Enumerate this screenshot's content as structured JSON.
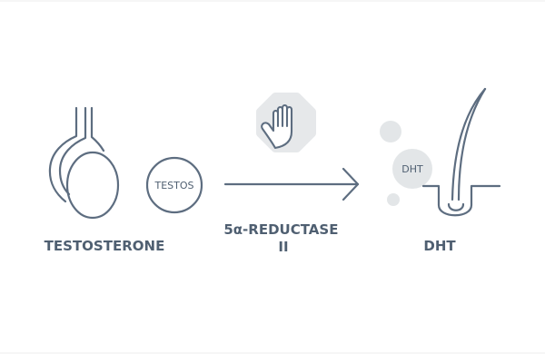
{
  "diagram": {
    "molecule_label": "TESTOS",
    "source_label": "TESTOSTERONE",
    "enzyme_label_line1": "5α-REDUCTASE",
    "enzyme_label_line2": "II",
    "product_molecule_label": "DHT",
    "product_label": "DHT"
  },
  "icons": {
    "source": "testis-icon",
    "inhibitor": "stop-hand-icon",
    "target": "hair-follicle-icon",
    "flow": "right-arrow-icon"
  },
  "colors": {
    "stroke": "#5d6d80",
    "text": "#4f5f71",
    "stop_badge": "#e6e8ea",
    "bubble": "#e3e6e8",
    "divider": "#ececec"
  }
}
